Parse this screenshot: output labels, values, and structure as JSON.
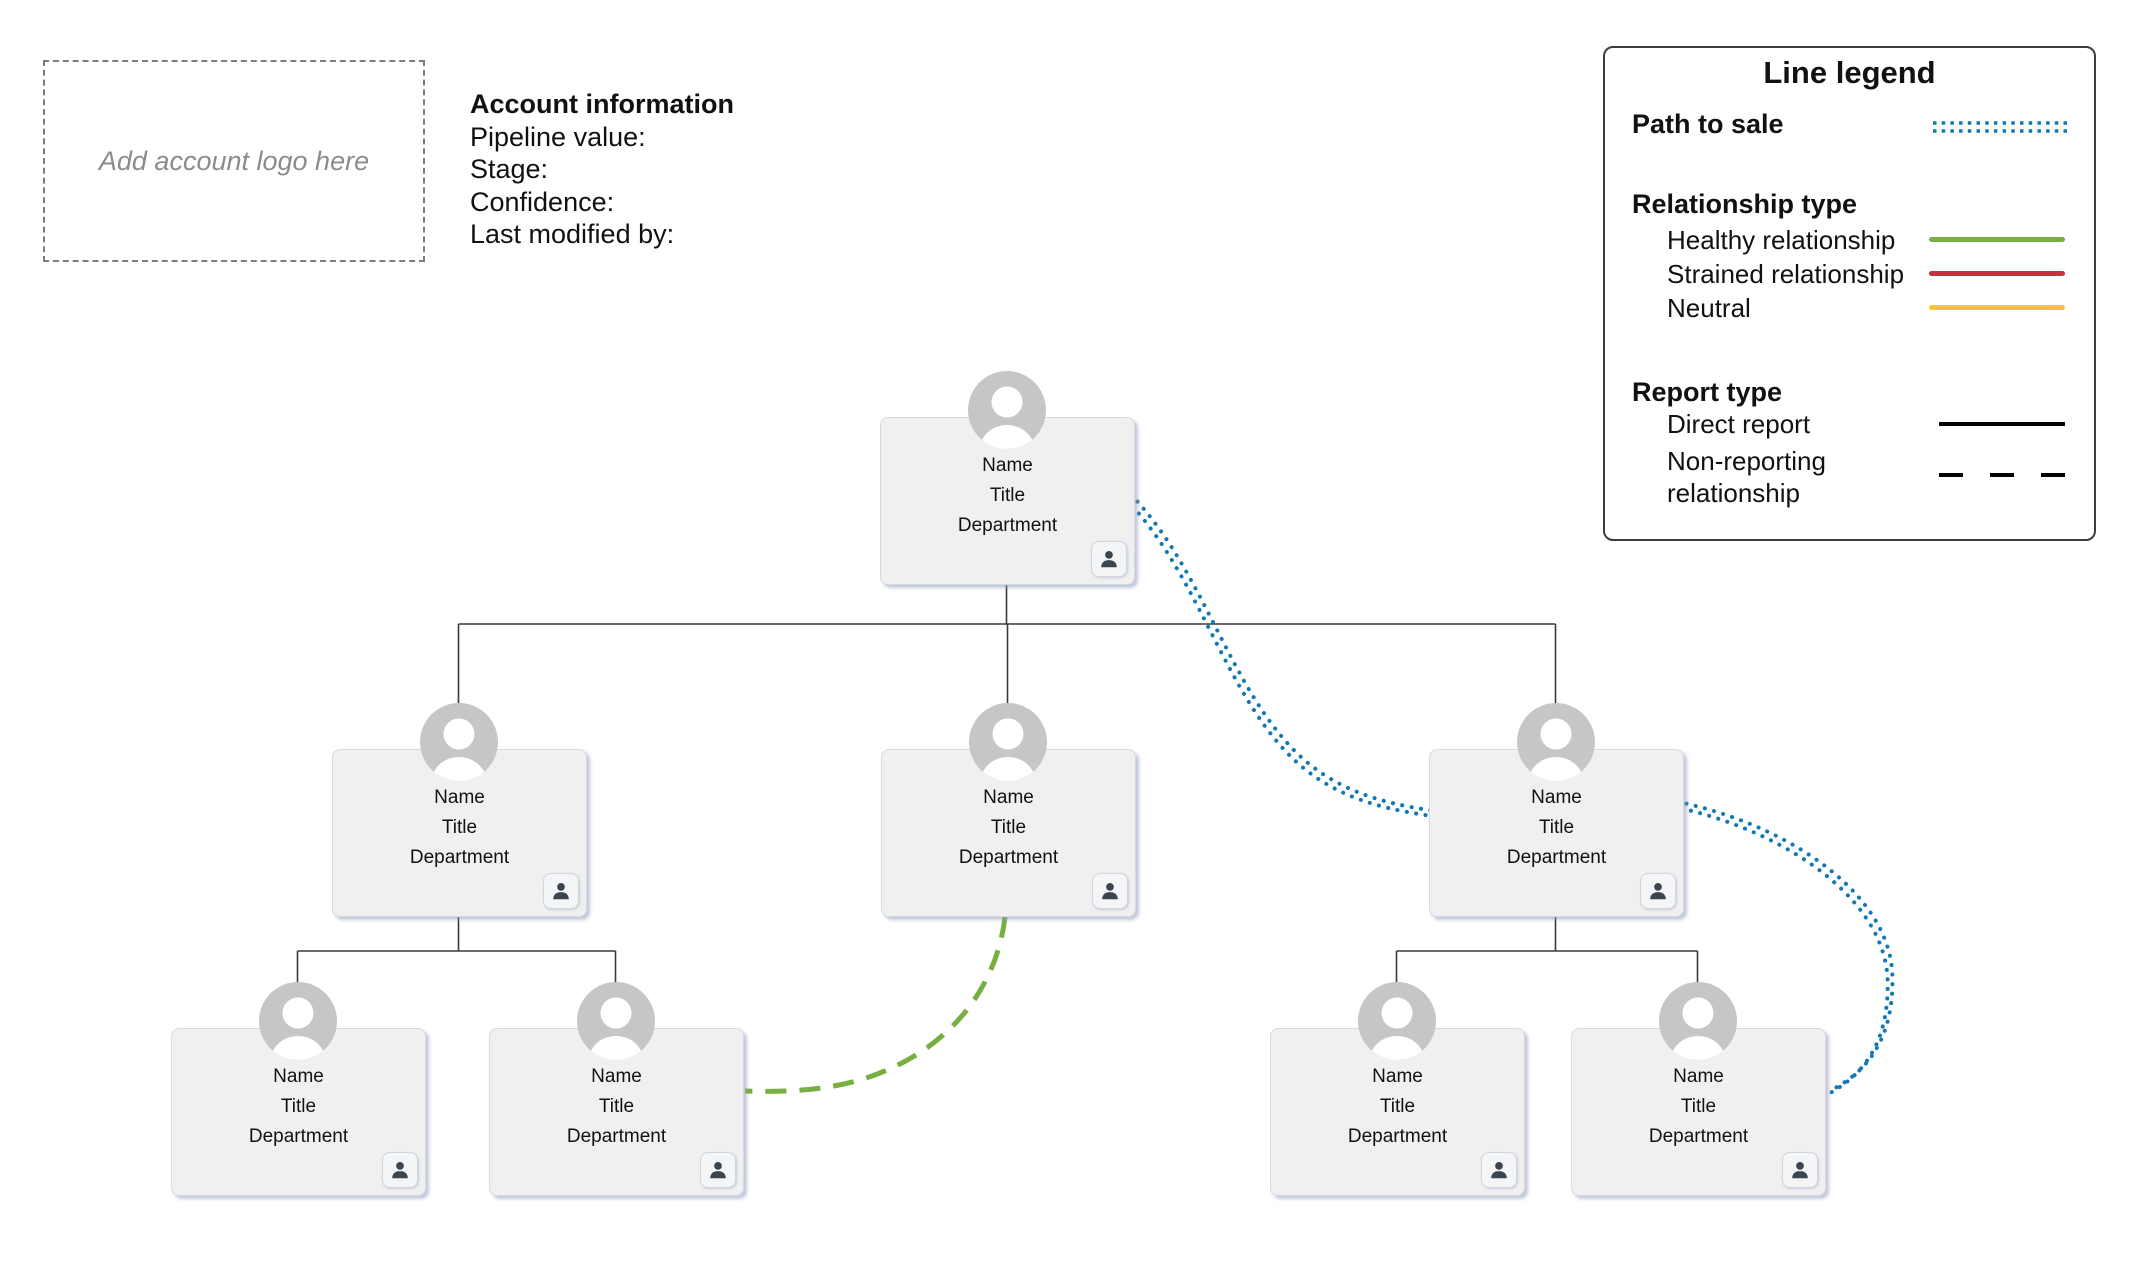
{
  "logo_box": {
    "placeholder": "Add account logo here"
  },
  "account_info": {
    "heading": "Account information",
    "fields": [
      "Pipeline value:",
      "Stage:",
      "Confidence:",
      "Last modified by:"
    ]
  },
  "legend": {
    "title": "Line legend",
    "path_to_sale": {
      "label": "Path to sale",
      "style": "dotted"
    },
    "relationship": {
      "heading": "Relationship type",
      "items": [
        {
          "label": "Healthy relationship",
          "style": "solid"
        },
        {
          "label": "Strained relationship",
          "style": "solid"
        },
        {
          "label": "Neutral",
          "style": "solid"
        }
      ]
    },
    "report": {
      "heading": "Report type",
      "items": [
        {
          "label": "Direct report",
          "style": "solid"
        },
        {
          "label": "Non-reporting relationship",
          "style": "dashed"
        }
      ]
    }
  },
  "org": {
    "nodes": [
      {
        "name": "Name",
        "title": "Title",
        "department": "Department"
      },
      {
        "name": "Name",
        "title": "Title",
        "department": "Department"
      },
      {
        "name": "Name",
        "title": "Title",
        "department": "Department"
      },
      {
        "name": "Name",
        "title": "Title",
        "department": "Department"
      },
      {
        "name": "Name",
        "title": "Title",
        "department": "Department"
      },
      {
        "name": "Name",
        "title": "Title",
        "department": "Department"
      },
      {
        "name": "Name",
        "title": "Title",
        "department": "Department"
      },
      {
        "name": "Name",
        "title": "Title",
        "department": "Department"
      }
    ]
  },
  "colors": {
    "path_to_sale": "#1278b5",
    "healthy": "#77b041",
    "strained": "#c9303c",
    "neutral": "#f9c339",
    "report_line": "#000000",
    "connector": "#3a3a3a",
    "card_fill": "#f0f0f0",
    "avatar_gray": "#c6c6c6",
    "silhouette": "#ffffff",
    "badge_icon": "#3a4550"
  }
}
